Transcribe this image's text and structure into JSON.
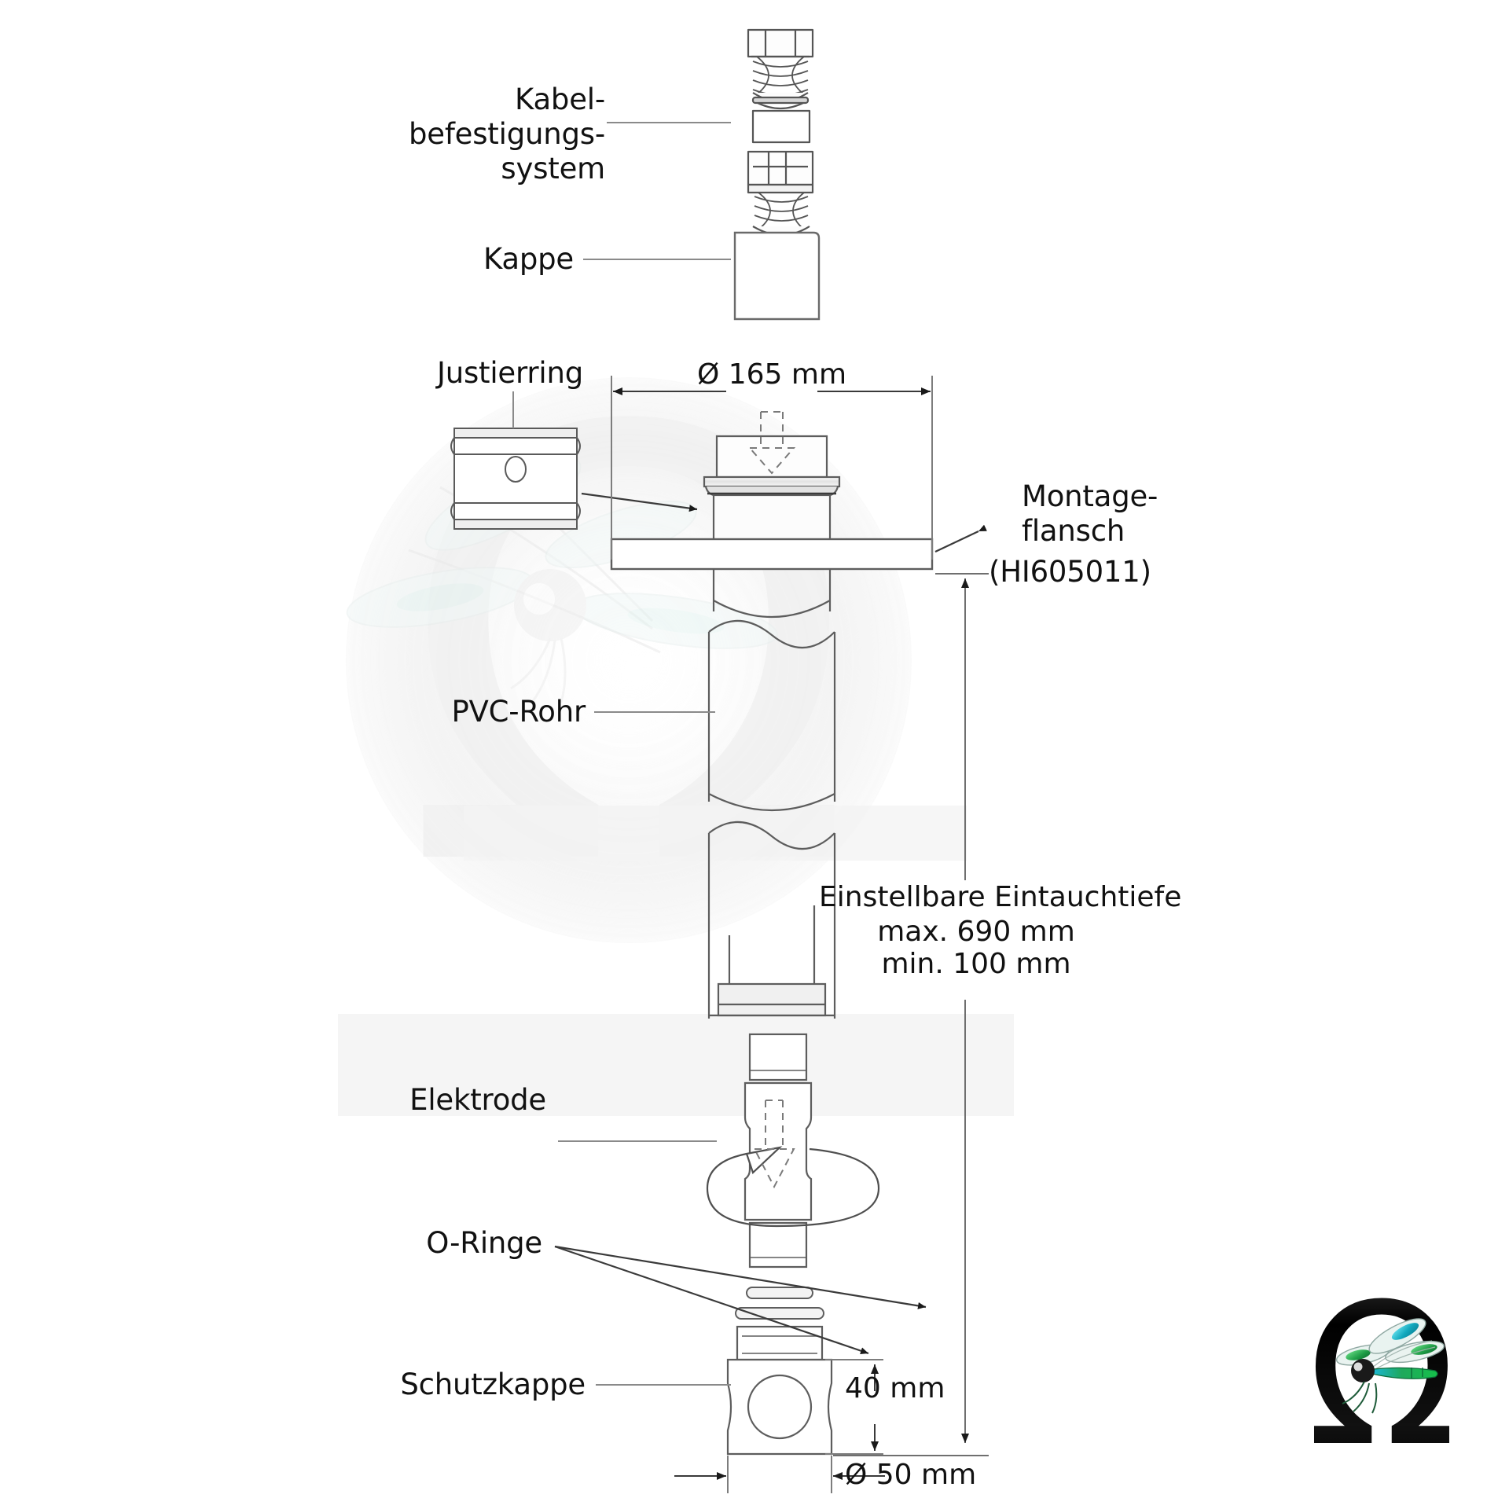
{
  "diagram": {
    "title": "Explosionszeichnung Sensor mit Montageflansch",
    "language": "de",
    "background_color": "#ffffff",
    "line_color": "#4d4d4d",
    "text_color": "#111111"
  },
  "labels": {
    "cable_fastening": "Kabel-\nbefestigungs-\nsystem",
    "cap": "Kappe",
    "adjusting_ring": "Justierring",
    "mounting_flange": "Montage-\nflansch",
    "mounting_flange_code": "(HI605011)",
    "pvc_pipe": "PVC-Rohr",
    "electrode": "Elektrode",
    "o_rings": "O-Ringe",
    "protective_cap": "Schutzkappe"
  },
  "dimensions": {
    "flange_diameter": "Ø 165 mm",
    "immersion_title": "Einstellbare Eintauchtiefe",
    "immersion_max": "max. 690 mm",
    "immersion_min": "min. 100 mm",
    "cap_height": "40 mm",
    "cap_diameter": "Ø 50 mm"
  },
  "logo": {
    "name": "omega-dragonfly-logo",
    "symbol": "Ω",
    "colors": {
      "body": "#0d0d0d",
      "wing_teal": "#18b8c8",
      "wing_green": "#22a84e",
      "abdomen": "#1fae5a"
    }
  },
  "watermark": {
    "name": "dragonfly-omega-watermark",
    "symbol": "Ω",
    "opacity": "0.06"
  },
  "parts": [
    {
      "id": "cable-gland-nut",
      "name": "Kabelverschraubung Mutter"
    },
    {
      "id": "cable-gland-seal",
      "name": "Dichtung"
    },
    {
      "id": "cable-gland-insert",
      "name": "Einsatz"
    },
    {
      "id": "cable-gland-body",
      "name": "Verschraubungskörper"
    },
    {
      "id": "cap",
      "name": "Kappe"
    },
    {
      "id": "adjusting-ring",
      "name": "Justierring"
    },
    {
      "id": "sensor-head",
      "name": "Sensorkopf"
    },
    {
      "id": "mounting-flange",
      "name": "Montageflansch"
    },
    {
      "id": "pvc-pipe-upper",
      "name": "PVC-Rohr oben"
    },
    {
      "id": "pvc-pipe-lower",
      "name": "PVC-Rohr unten"
    },
    {
      "id": "electrode",
      "name": "Elektrode"
    },
    {
      "id": "o-ring-upper",
      "name": "O-Ring oben"
    },
    {
      "id": "o-ring-lower",
      "name": "O-Ring unten"
    },
    {
      "id": "protective-cap",
      "name": "Schutzkappe"
    }
  ]
}
